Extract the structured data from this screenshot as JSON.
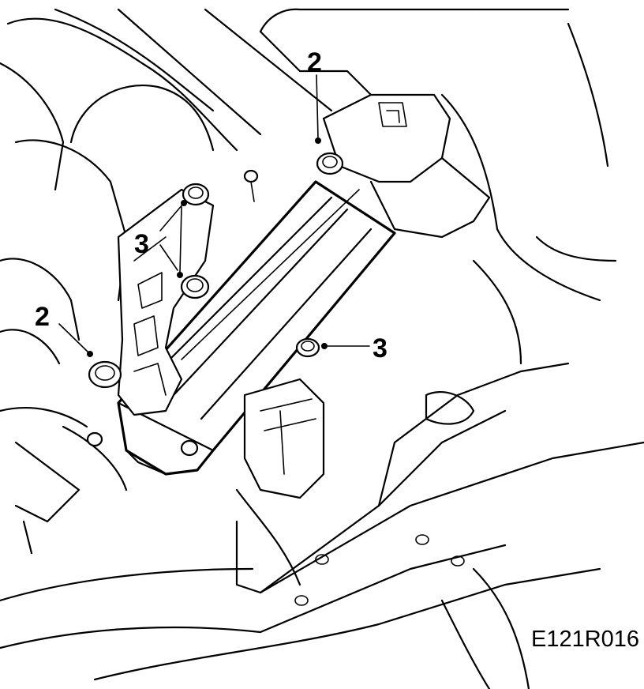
{
  "figure": {
    "code": "E121R016",
    "callouts": [
      {
        "id": "callout-2-top",
        "label": "2"
      },
      {
        "id": "callout-3-left",
        "label": "3"
      },
      {
        "id": "callout-2-left",
        "label": "2"
      },
      {
        "id": "callout-3-right",
        "label": "3"
      }
    ]
  }
}
